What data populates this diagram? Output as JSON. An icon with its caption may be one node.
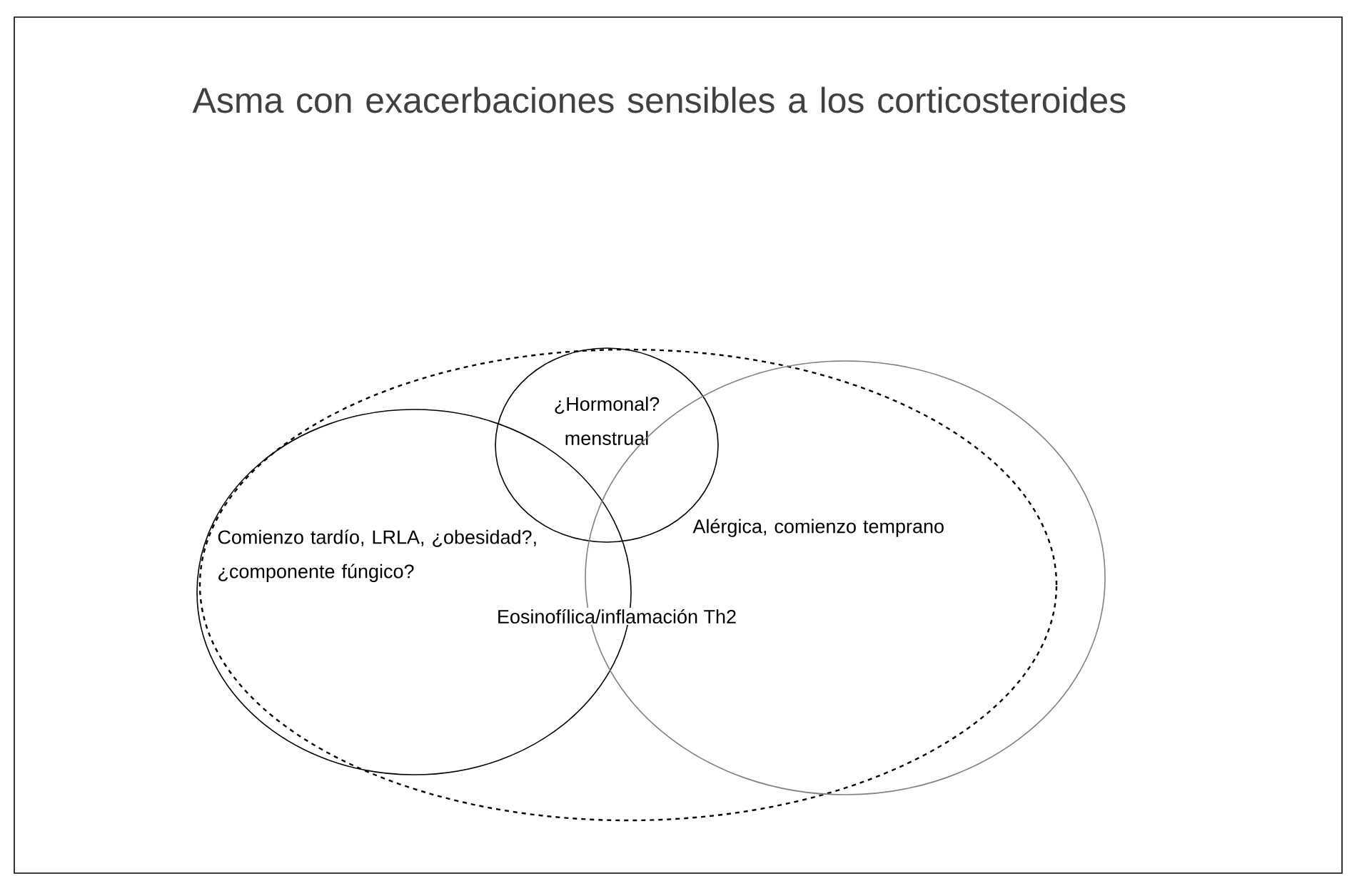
{
  "diagram": {
    "title": "Asma con exacerbaciones sensibles a los corticosteroides",
    "nodes": [
      {
        "text": [],
        "shape": "circle"
      },
      {
        "text": [
          "¿Hormonal? menstrual"
        ],
        "in": 0
      },
      {
        "text": [
          "Comienzo tardío, LRLA, ¿obesidad?, ¿componente fúngico?"
        ],
        "in": 0
      },
      {
        "text": [
          "Alérgica, comienzo temprano"
        ],
        "in": 0
      }
    ],
    "labels": [
      "Eosinofílica/inflamación Th2"
    ]
  }
}
